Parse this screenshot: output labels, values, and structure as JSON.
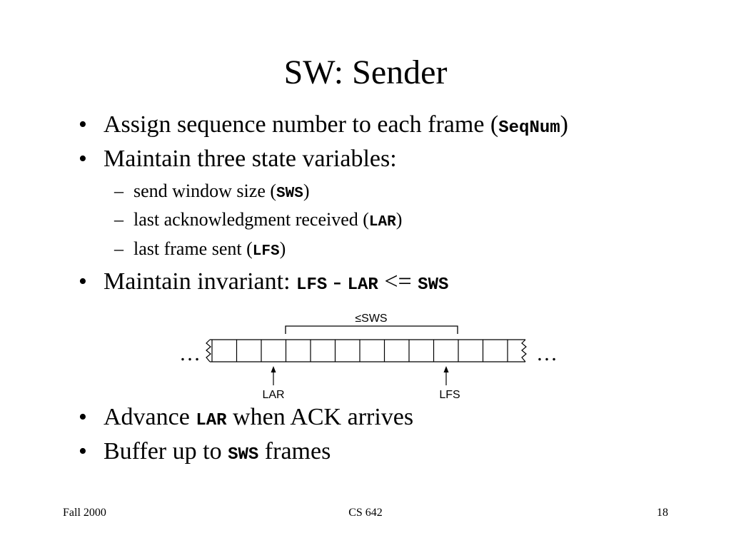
{
  "slide": {
    "title": "SW: Sender",
    "bullet_glyph": "•",
    "dash_glyph": "–",
    "bullets": [
      {
        "pre": "Assign sequence number to each frame (",
        "code": "SeqNum",
        "post": ")"
      },
      {
        "pre": "Maintain three state variables:"
      }
    ],
    "subbullets": [
      {
        "pre": "send window size (",
        "code": "SWS",
        "post": ")"
      },
      {
        "pre": "last acknowledgment received (",
        "code": "LAR",
        "post": ")"
      },
      {
        "pre": "last frame sent (",
        "code": "LFS",
        "post": ")"
      }
    ],
    "invariant": {
      "pre": "Maintain invariant: ",
      "c1": "LFS",
      "op1": " - ",
      "c2": "LAR",
      "op2": " <= ",
      "c3": "SWS"
    },
    "diagram": {
      "window_label": "≤SWS",
      "lar_label": "LAR",
      "lfs_label": "LFS",
      "ellipsis_left": "…",
      "ellipsis_right": "…"
    },
    "bullets2": [
      {
        "pre": "Advance ",
        "code": "LAR",
        "post": " when ACK arrives"
      },
      {
        "pre": "Buffer up to ",
        "code": "SWS",
        "post": " frames"
      }
    ]
  },
  "footer": {
    "left": "Fall 2000",
    "center": "CS 642",
    "right": "18"
  }
}
